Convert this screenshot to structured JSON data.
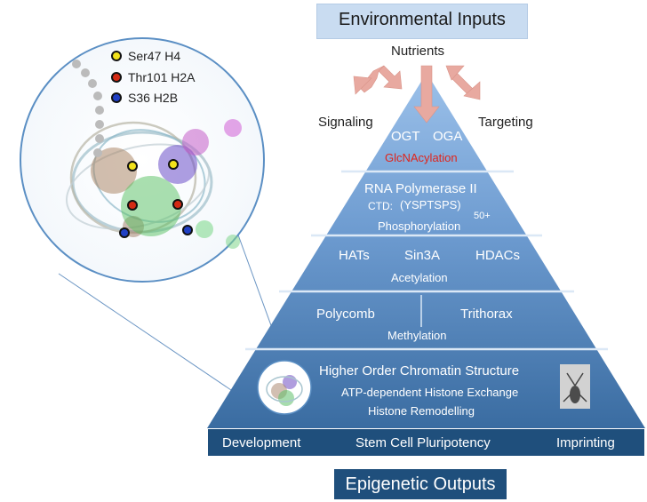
{
  "header": {
    "title": "Environmental Inputs",
    "nutrients": "Nutrients",
    "signaling": "Signaling",
    "targeting": "Targeting"
  },
  "tiers": {
    "glcnac": {
      "ogt": "OGT",
      "oga": "OGA",
      "label": "GlcNAcylation"
    },
    "rnapol": {
      "title": "RNA Polymerase II",
      "ctd": "CTD:",
      "repeat": "(YSPTSPS)",
      "sup": "50+",
      "label": "Phosphorylation"
    },
    "acetyl": {
      "hats": "HATs",
      "sin3a": "Sin3A",
      "hdacs": "HDACs",
      "label": "Acetylation"
    },
    "methyl": {
      "polycomb": "Polycomb",
      "trithorax": "Trithorax",
      "label": "Methylation"
    },
    "chromatin": {
      "title": "Higher Order Chromatin Structure",
      "line1": "ATP-dependent Histone Exchange",
      "line2": "Histone Remodelling"
    }
  },
  "legend": [
    {
      "label": "Ser47 H4",
      "color": "#f2e21a"
    },
    {
      "label": "Thr101 H2A",
      "color": "#d42a14"
    },
    {
      "label": "S36 H2B",
      "color": "#1f3fc4"
    }
  ],
  "outputs": {
    "items": [
      "Development",
      "Stem Cell Pluripotency",
      "Imprinting"
    ],
    "title": "Epigenetic Outputs"
  },
  "colors": {
    "pyramid_top": "#8fb7e4",
    "pyramid_bottom": "#3b6ea3",
    "band": "#1f4f7c",
    "arrow": "#e8a8a0",
    "glcnac_red": "#e0241b",
    "circle_border": "#5b8fc4"
  }
}
